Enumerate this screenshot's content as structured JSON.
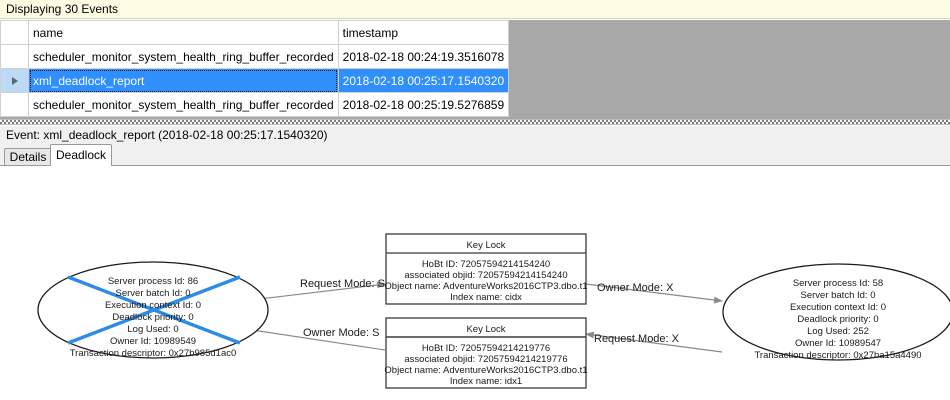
{
  "status_bar": {
    "text": "Displaying 30 Events"
  },
  "grid": {
    "columns": [
      "",
      "name",
      "timestamp"
    ],
    "rows": [
      {
        "selector": "",
        "name": "scheduler_monitor_system_health_ring_buffer_recorded",
        "timestamp": "2018-02-18 00:24:19.3516078",
        "selected": false
      },
      {
        "selector": "▶",
        "name": "xml_deadlock_report",
        "timestamp": "2018-02-18 00:25:17.1540320",
        "selected": true
      },
      {
        "selector": "",
        "name": "scheduler_monitor_system_health_ring_buffer_recorded",
        "timestamp": "2018-02-18 00:25:19.5276859",
        "selected": false
      }
    ],
    "selection_color": "#2f8fff"
  },
  "event_header": {
    "text": "Event: xml_deadlock_report (2018-02-18 00:25:17.1540320)"
  },
  "tabs": [
    {
      "label": "Details",
      "active": false
    },
    {
      "label": "Deadlock",
      "active": true
    }
  ],
  "deadlock_graph": {
    "victim_marker_color": "#2e8be6",
    "processes": [
      {
        "id": "process-left",
        "victim": true,
        "lines": [
          "Server process Id: 86",
          "Server batch Id: 0",
          "Execution context Id: 0",
          "Deadlock priority: 0",
          "Log Used: 0",
          "Owner Id: 10989549",
          "Transaction descriptor: 0x27b985d1ac0"
        ]
      },
      {
        "id": "process-right",
        "victim": false,
        "lines": [
          "Server process Id: 58",
          "Server batch Id: 0",
          "Execution context Id: 0",
          "Deadlock priority: 0",
          "Log Used: 252",
          "Owner Id: 10989547",
          "Transaction descriptor: 0x27ba15a4490"
        ]
      }
    ],
    "resources": [
      {
        "id": "key-lock-top",
        "title": "Key Lock",
        "lines": [
          "HoBt ID: 72057594214154240",
          "associated objid: 72057594214154240",
          "Object name: AdventureWorks2016CTP3.dbo.t1",
          "Index name: cidx"
        ]
      },
      {
        "id": "key-lock-bottom",
        "title": "Key Lock",
        "lines": [
          "HoBt ID: 72057594214219776",
          "associated objid: 72057594214219776",
          "Object name: AdventureWorks2016CTP3.dbo.t1",
          "Index name: idx1"
        ]
      }
    ],
    "edges": [
      {
        "id": "edge-request-s",
        "label": "Request Mode: S"
      },
      {
        "id": "edge-owner-x",
        "label": "Owner Mode: X"
      },
      {
        "id": "edge-owner-s",
        "label": "Owner Mode: S"
      },
      {
        "id": "edge-request-x",
        "label": "Request Mode: X"
      }
    ]
  }
}
